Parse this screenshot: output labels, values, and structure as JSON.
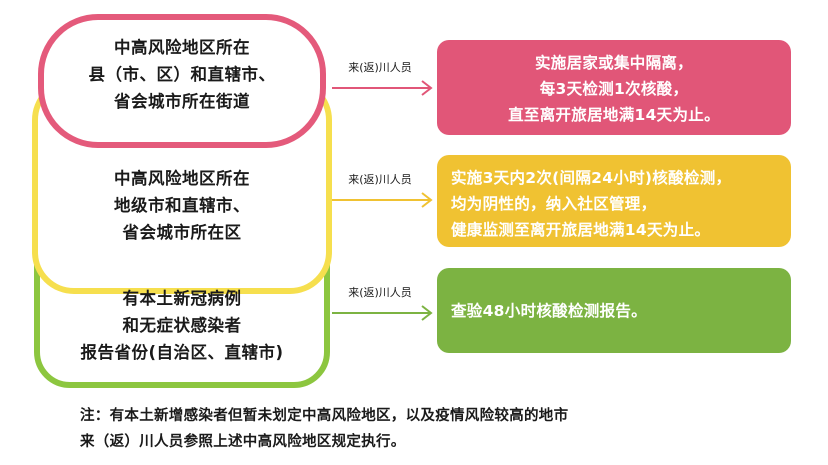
{
  "tiers": {
    "high": {
      "lines": [
        "中高风险地区所在",
        "县（市、区）和直辖市、",
        "省会城市所在街道"
      ],
      "color": "#e45a7b"
    },
    "mid": {
      "lines": [
        "中高风险地区所在",
        "地级市和直辖市、",
        "省会城市所在区"
      ],
      "color": "#f6df4e"
    },
    "local": {
      "lines": [
        "有本土新冠病例",
        "和无症状感染者",
        "报告省份(自治区、直辖市)"
      ],
      "color": "#8cc63f"
    }
  },
  "arrows": [
    {
      "label": "来(返)川人员"
    },
    {
      "label": "来(返)川人员"
    },
    {
      "label": "来(返)川人员"
    }
  ],
  "measures": {
    "high": {
      "lines": [
        "实施居家或集中隔离，",
        "每3天检测1次核酸，",
        "直至离开旅居地满14天为止。"
      ],
      "color": "#e15678"
    },
    "mid": {
      "lines": [
        "实施3天内2次(间隔24小时)核酸检测，",
        "均为阴性的，纳入社区管理，",
        "健康监测至离开旅居地满14天为止。"
      ],
      "color": "#f0c232"
    },
    "local": {
      "lines": [
        "查验48小时核酸检测报告。"
      ],
      "color": "#7cb342"
    }
  },
  "note": {
    "lines": [
      "注：有本土新增感染者但暂未划定中高风险地区，以及疫情风险较高的地市",
      "来（返）川人员参照上述中高风险地区规定执行。"
    ]
  }
}
